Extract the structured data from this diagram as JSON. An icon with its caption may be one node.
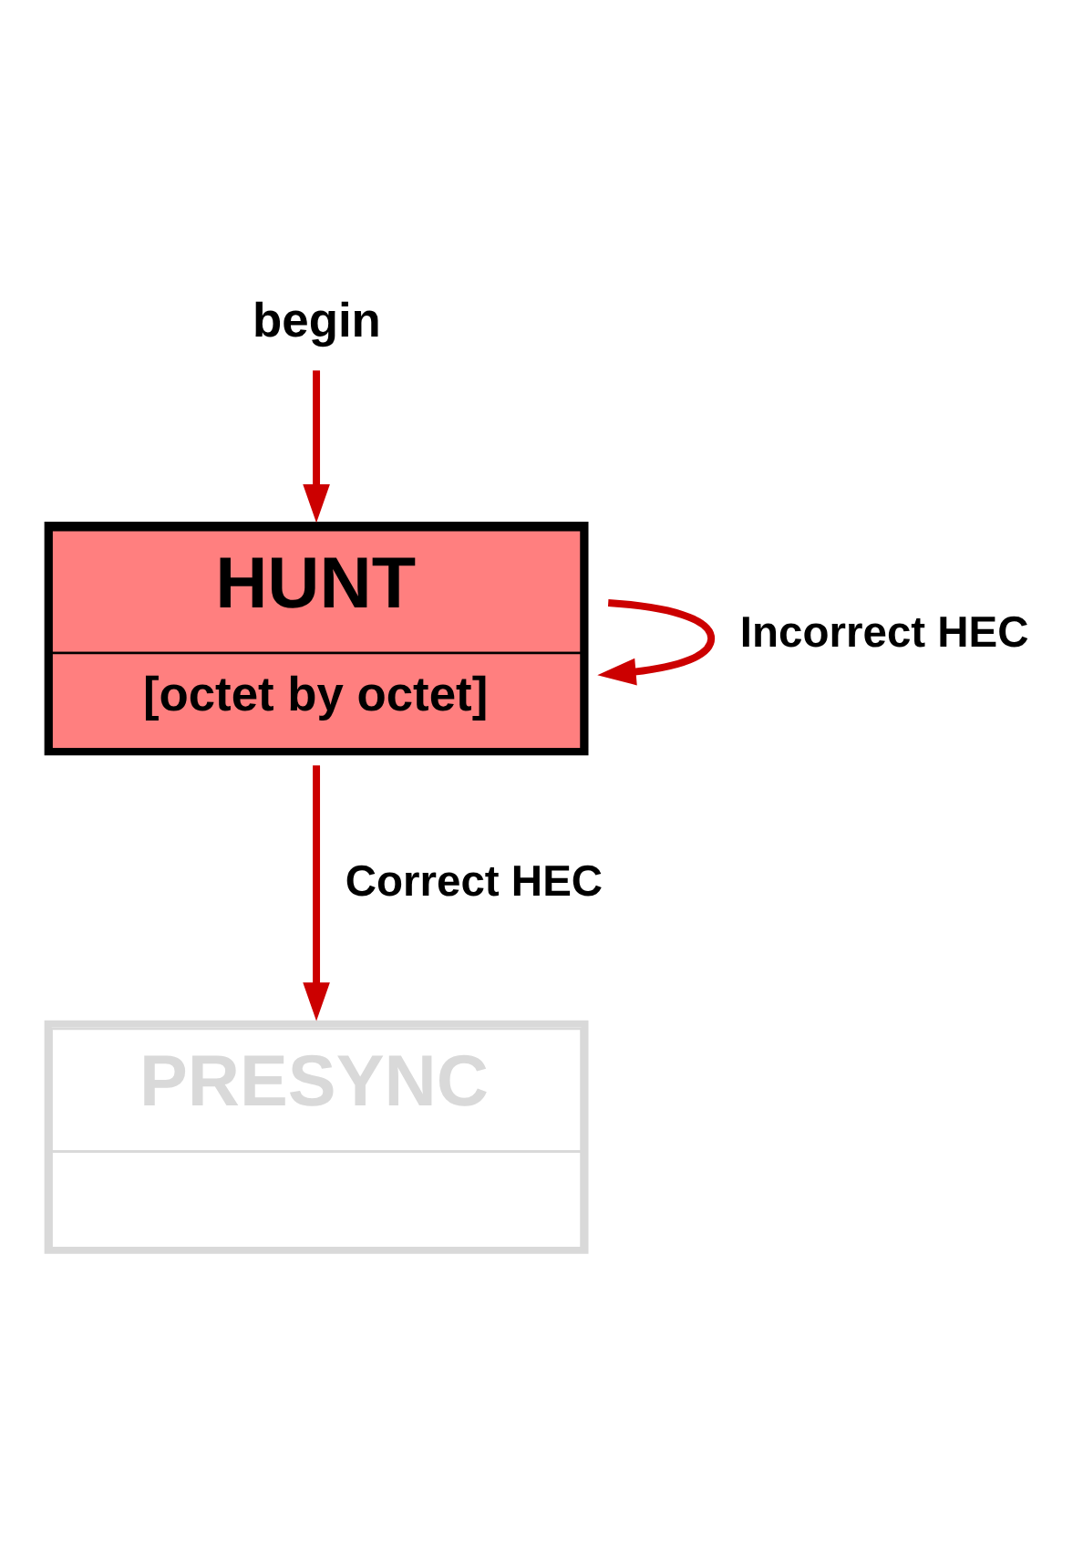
{
  "diagram": {
    "nodes": [
      {
        "text": [
          "begin"
        ]
      },
      {
        "text": [
          "HUNT",
          "[octet by octet]"
        ]
      },
      {
        "text": [
          "PRESYNC"
        ]
      }
    ],
    "edges": [
      {
        "from": 0,
        "to": 1,
        "arrow": "to"
      },
      {
        "from": 1,
        "to": 1,
        "arrow": "to",
        "label": "Incorrect HEC"
      },
      {
        "from": 1,
        "to": 2,
        "arrow": "to",
        "label": "Correct HEC"
      }
    ]
  }
}
